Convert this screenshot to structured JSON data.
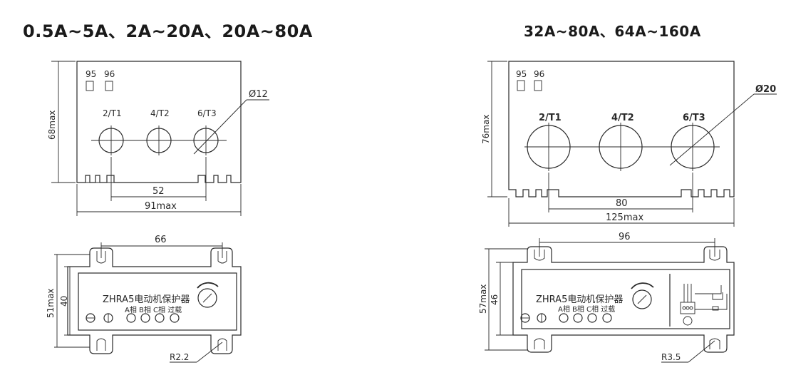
{
  "titles": {
    "left": "0.5A~5A、2A~20A、20A~80A",
    "right": "32A~80A、64A~160A"
  },
  "left": {
    "terminal_a": "95",
    "terminal_b": "96",
    "phase_1": "2/T1",
    "phase_2": "4/T2",
    "phase_3": "6/T3",
    "hole_dia": "Ø12",
    "height": "68max",
    "spacing": "52",
    "width": "91max",
    "mount_spacing": "66",
    "base_height": "51max",
    "inner_height": "40",
    "model": "ZHRA5电动机保护器",
    "leds": "A相 B相 C相 过载",
    "radius": "R2.2"
  },
  "right": {
    "terminal_a": "95",
    "terminal_b": "96",
    "phase_1": "2/T1",
    "phase_2": "4/T2",
    "phase_3": "6/T3",
    "hole_dia": "Ø20",
    "height": "76max",
    "spacing": "80",
    "width": "125max",
    "mount_spacing": "96",
    "base_height": "57max",
    "inner_height": "46",
    "model": "ZHRA5电动机保护器",
    "leds": "A相 B相 C相 过载",
    "radius": "R3.5"
  }
}
